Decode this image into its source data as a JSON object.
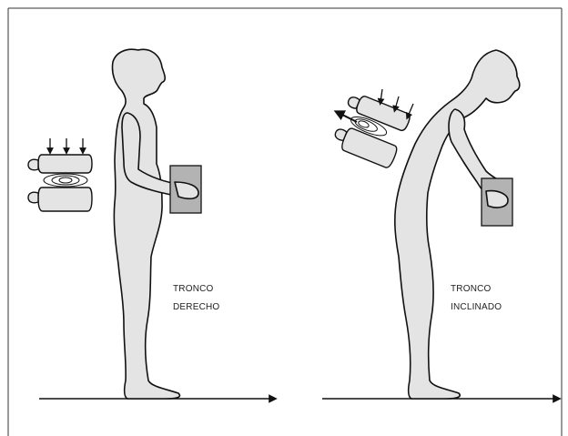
{
  "labels": {
    "upright_line1": "TRONCO",
    "upright_line2": "DERECHO",
    "bent_line1": "TRONCO",
    "bent_line2": "INCLINADO"
  },
  "colors": {
    "figure_fill": "#e4e4e4",
    "box_fill": "#b3b3b3",
    "line": "#111111"
  }
}
